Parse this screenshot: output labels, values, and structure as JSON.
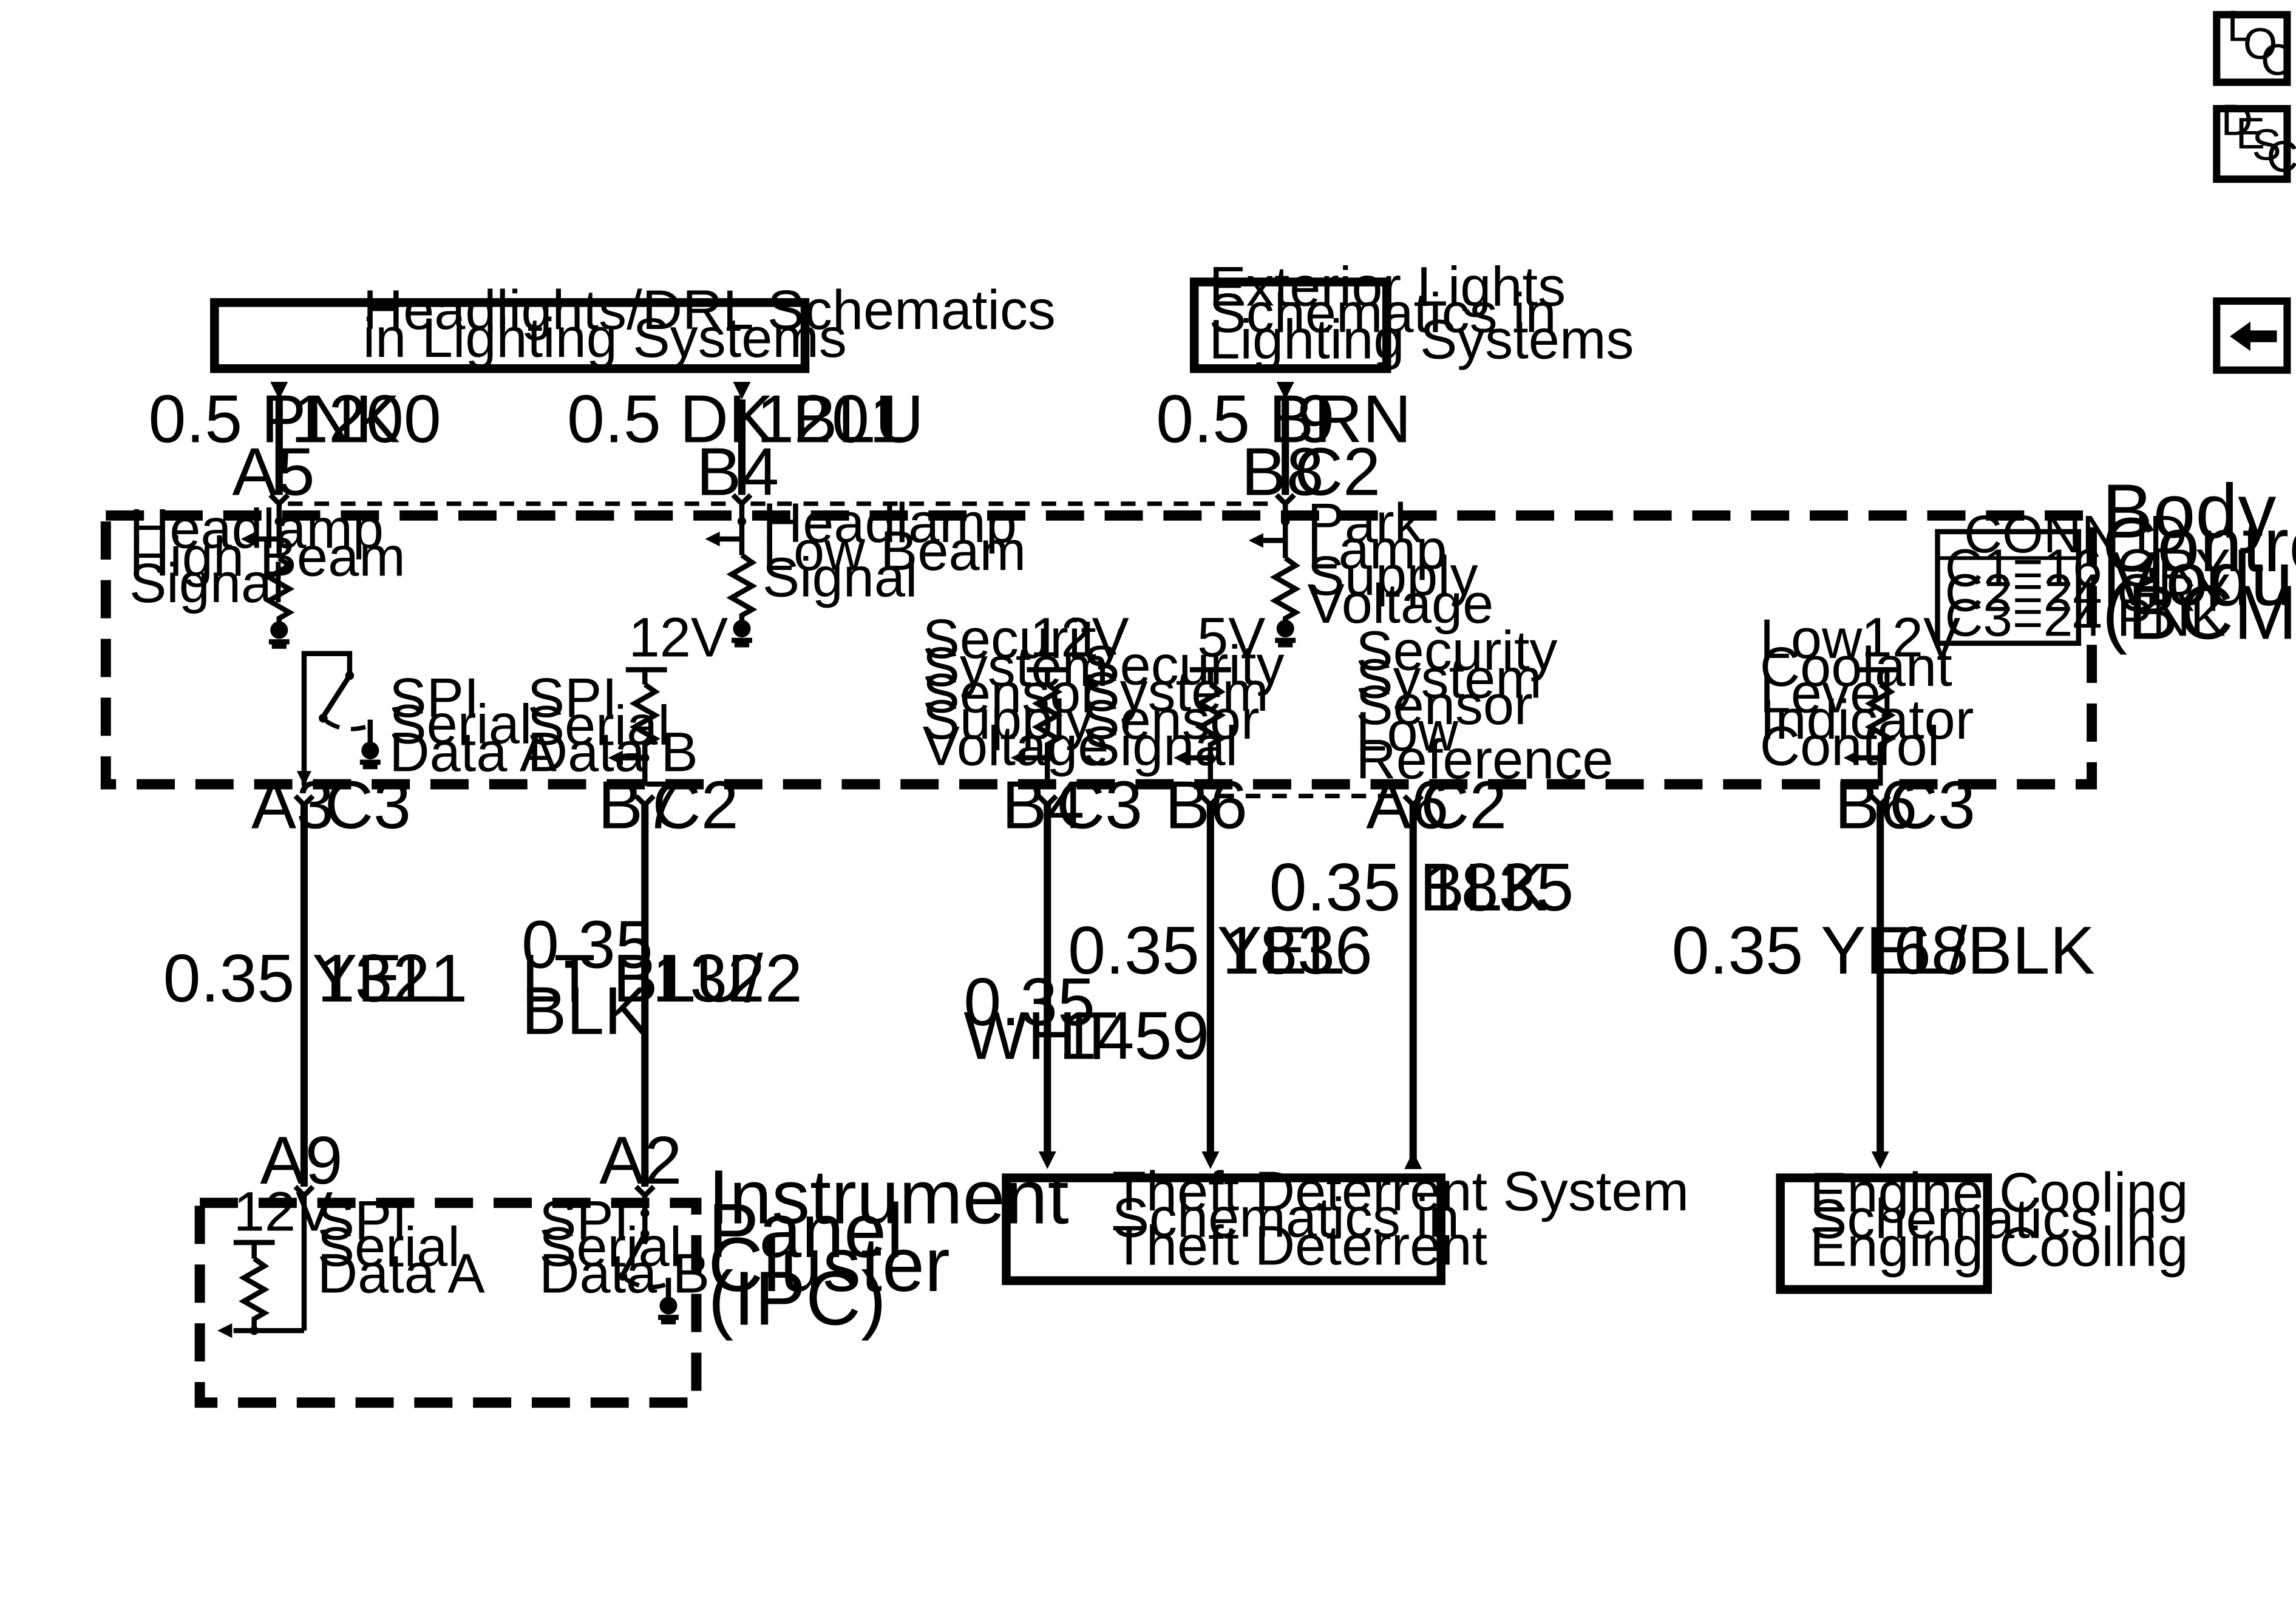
{
  "nav": {
    "loc": [
      "L",
      "O",
      "C"
    ],
    "desc": [
      "D",
      "E",
      "S",
      "C"
    ],
    "back_icon": "left-arrow-icon"
  },
  "ref_boxes": {
    "headlights": [
      "Headlights/DRL Schematics",
      "in Lighting Systems"
    ],
    "exterior": [
      "Exterior Lights",
      "Schematics in",
      "Lighting Systems"
    ],
    "theft": [
      "Theft Deterrent System",
      "Schematics in",
      "Theft Deterrent"
    ],
    "cooling": [
      "Engine Cooling",
      "Schematics in",
      "Enging Cooling"
    ]
  },
  "top_circuits": [
    {
      "wire": "0.5 PNK",
      "circuit": "1200",
      "pin": "A5"
    },
    {
      "wire": "0.5 DK BLU",
      "circuit": "1201",
      "pin": "B4"
    },
    {
      "wire": "0.5 BRN",
      "circuit": "9",
      "pin": "B8",
      "conn": "C2"
    }
  ],
  "bcm": {
    "name": [
      "Body",
      "Control",
      "Module",
      "(BCM)"
    ],
    "conn_id": {
      "title": "CONN ID",
      "rows": [
        "C1=16 GRY",
        "C2=24 GRY",
        "C3=24 PNK"
      ]
    },
    "labels": {
      "high_beam": [
        "Headlamp",
        "High Beam",
        "Signal"
      ],
      "low_beam": [
        "Headlamp",
        "Low Beam",
        "Signal"
      ],
      "park": [
        "Park",
        "Lamp",
        "Supply",
        "Voltage"
      ],
      "spi_a": [
        "SPI",
        "Serial",
        "Data A"
      ],
      "spi_b": [
        "SPI",
        "Serial",
        "Data B"
      ],
      "sec_supply": [
        "Security",
        "System",
        "Sensor",
        "Supply",
        "Voltage"
      ],
      "sec_signal": [
        "Security",
        "System",
        "Sensor",
        "Signal"
      ],
      "sec_low": [
        "Security",
        "System",
        "Sensor",
        "Low",
        "Reference"
      ],
      "coolant": [
        "Low",
        "Coolant",
        "Level",
        "Indicator",
        "Control"
      ]
    },
    "voltages": {
      "v12": "12V",
      "v5": "5V"
    }
  },
  "bottom_pins": [
    {
      "pin": "A3",
      "conn": "C3"
    },
    {
      "pin": "B7",
      "conn": "C2"
    },
    {
      "pin": "B4",
      "conn": "C3"
    },
    {
      "pin": "B6",
      "conn": ""
    },
    {
      "pin": "A6",
      "conn": "C2"
    },
    {
      "pin": "B6",
      "conn": "C3"
    }
  ],
  "bottom_circuits": {
    "c1321": {
      "wire": "0.35 YEL",
      "circuit": "1321"
    },
    "c1322": {
      "wire": [
        "0.35",
        "LT BLU/",
        "BLK"
      ],
      "circuit": "1322"
    },
    "c1459": {
      "wire": [
        "0.35",
        "WHT"
      ],
      "circuit": "1459"
    },
    "c1836": {
      "wire": "0.35 YEL",
      "circuit": "1836"
    },
    "c1835": {
      "wire": "0.35 BLK",
      "circuit": "1835"
    },
    "c68": {
      "wire": "0.35 YEL/BLK",
      "circuit": "68"
    }
  },
  "ipc": {
    "name": [
      "Instrument",
      "Panel",
      "Cluster",
      "(IPC)"
    ],
    "pins": [
      "A9",
      "A2"
    ],
    "v12": "12V",
    "spi_a": [
      "SPI",
      "Serial",
      "Data A"
    ],
    "spi_b": [
      "SPI",
      "Serial",
      "Data B"
    ]
  }
}
